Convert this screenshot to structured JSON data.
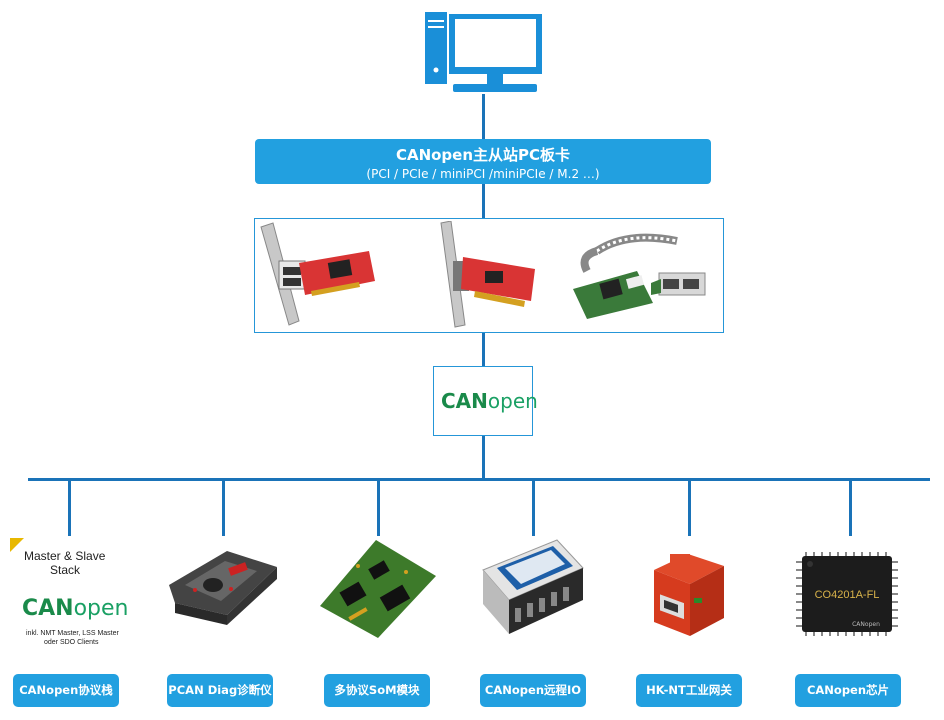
{
  "banner": {
    "title": "CANopen主从站PC板卡",
    "subtitle": "(PCI / PCIe / miniPCI /miniPCIe / M.2 …)"
  },
  "center_logo": {
    "can": "CAN",
    "open": "open"
  },
  "stack": {
    "line1": "Master & Slave",
    "line2": "Stack",
    "logo_can": "CAN",
    "logo_open": "open",
    "note1": "inkl. NMT Master, LSS Master",
    "note2": "oder SDO Clients"
  },
  "chip_label": "CO4201A-FL",
  "chip_brand": "CANopen",
  "bottom_buttons": [
    {
      "label": "CANopen协议栈"
    },
    {
      "label": "PCAN Diag诊断仪"
    },
    {
      "label": "多协议SoM模块"
    },
    {
      "label": "CANopen远程IO"
    },
    {
      "label": "HK-NT工业网关"
    },
    {
      "label": "CANopen芯片"
    }
  ],
  "colors": {
    "line": "#1a73b8",
    "accent": "#22a0e0",
    "canopen_green": "#1a8a4a"
  },
  "icons": [
    "computer-icon",
    "pcie-card-image",
    "pci-card-image",
    "minipcie-card-image",
    "diag-device-image",
    "som-module-image",
    "remote-io-image",
    "gateway-image",
    "chip-image"
  ]
}
